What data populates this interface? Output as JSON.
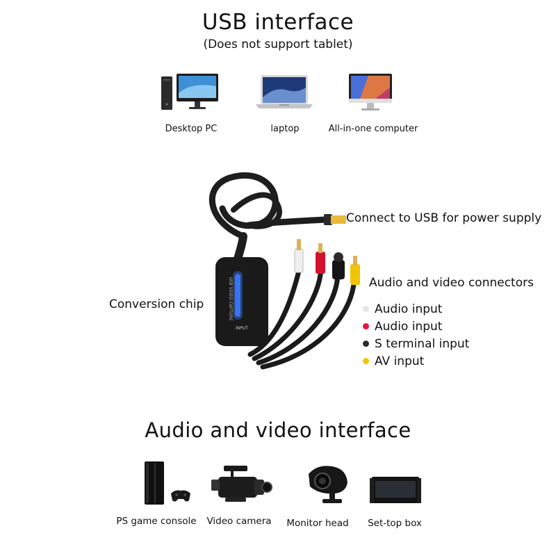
{
  "usb": {
    "title": "USB interface",
    "subtitle": "(Does not support tablet)",
    "devices": [
      {
        "label": "Desktop PC",
        "icon": "desktop-pc-icon"
      },
      {
        "label": "laptop",
        "icon": "laptop-icon"
      },
      {
        "label": "All-in-one computer",
        "icon": "all-in-one-computer-icon"
      }
    ]
  },
  "product": {
    "usb_callout": "Connect to USB for power supply",
    "chip_callout": "Conversion chip",
    "connectors_callout": "Audio and video connectors",
    "chip_text": "USB VIDEO CAPTURE",
    "input_text": "INPUT",
    "legend": [
      {
        "label": "Audio input",
        "color": "#e6e6e6"
      },
      {
        "label": "Audio input",
        "color": "#e0183c"
      },
      {
        "label": "S terminal input",
        "color": "#2a2a2a"
      },
      {
        "label": "AV input",
        "color": "#f2c500"
      }
    ]
  },
  "av": {
    "title": "Audio and video interface",
    "devices": [
      {
        "label": "PS game console",
        "icon": "game-console-icon"
      },
      {
        "label": "Video camera",
        "icon": "video-camera-icon"
      },
      {
        "label": "Monitor head",
        "icon": "monitor-head-icon"
      },
      {
        "label": "Set-top box",
        "icon": "set-top-box-icon"
      }
    ]
  }
}
